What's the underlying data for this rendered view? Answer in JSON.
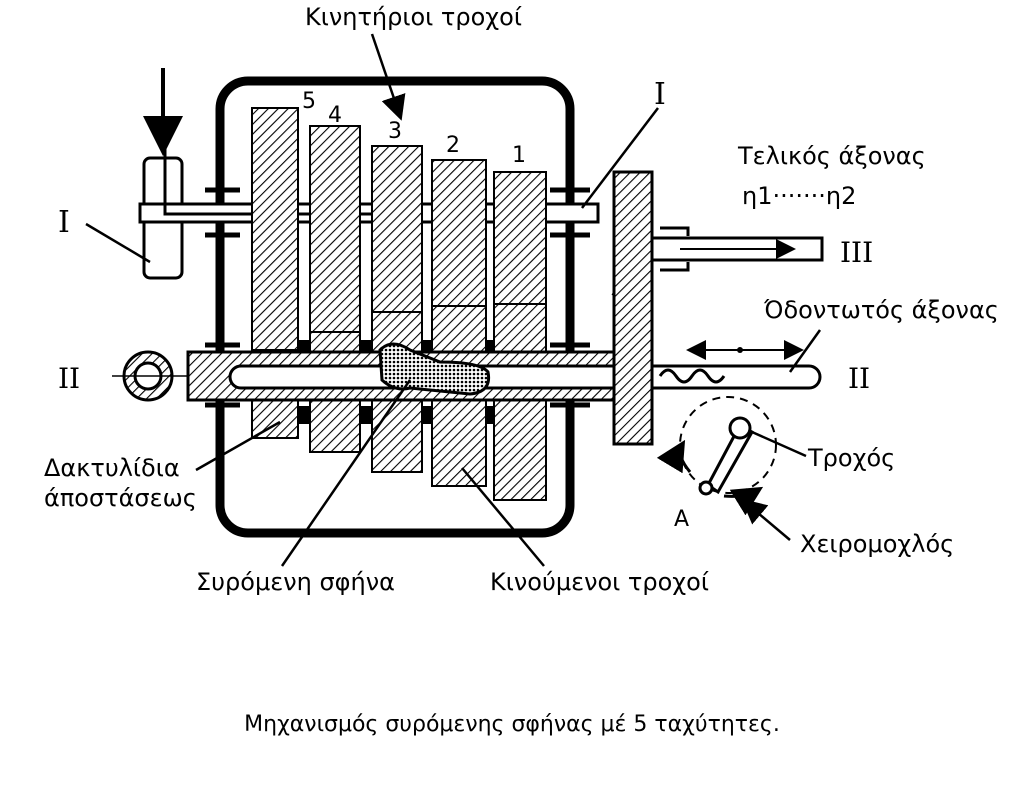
{
  "labels": {
    "driving_gears": "Κινητήριοι τροχοί",
    "shaft_I_right": "I",
    "shaft_I_left": "I",
    "final_shaft": "Τελικός άξονας",
    "speed_range": "η1·······η2",
    "shaft_III": "III",
    "splined_shaft": "Όδοντωτός άξονας",
    "shaft_II_left": "II",
    "shaft_II_right": "II",
    "wheel": "Τροχός",
    "spacer_rings_line1": "Δακτυλίδια",
    "spacer_rings_line2": "άποστάσεως",
    "point_A": "A",
    "lever": "Χειρομοχλός",
    "sliding_key": "Συρόμενη σφήνα",
    "moving_gears": "Κινούμενοι τροχοί",
    "gear_numbers": [
      "5",
      "4",
      "3",
      "2",
      "1"
    ]
  },
  "caption": "Μηχανισμός συρόμενης σφήνας μέ 5 ταχύτητες."
}
